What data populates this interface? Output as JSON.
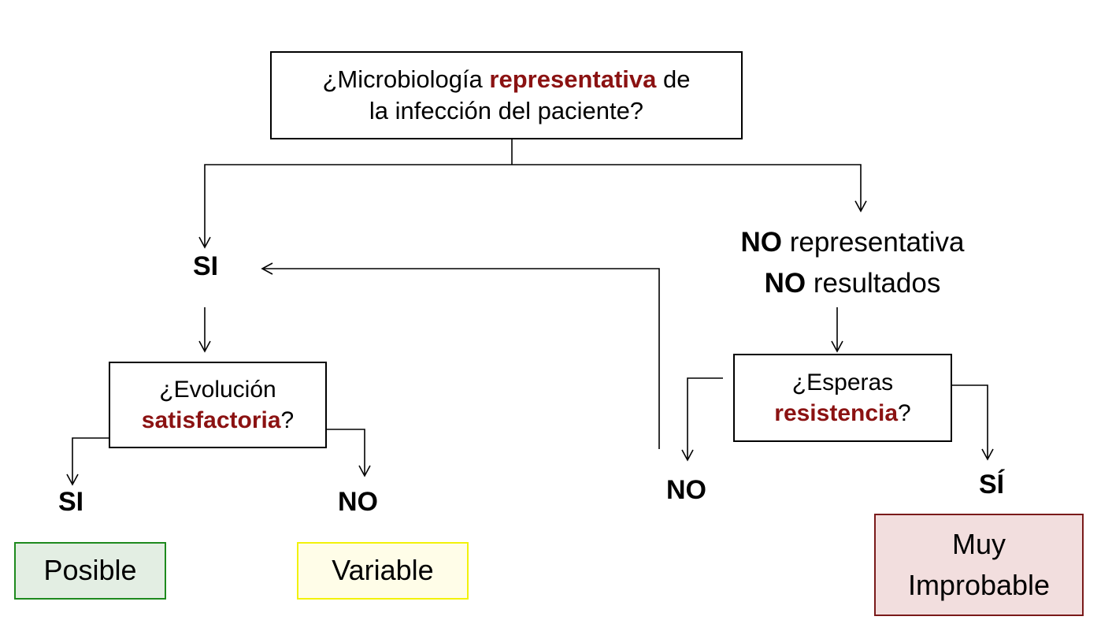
{
  "nodes": {
    "root": {
      "pre": "¿Microbiología ",
      "em": "representativa",
      "post": " de",
      "line2": "la infección del paciente?"
    },
    "si_main": "SI",
    "no_repr": {
      "b1": "NO",
      "t1": " representativa",
      "b2": "NO",
      "t2": " resultados"
    },
    "evolucion": {
      "line1": "¿Evolución",
      "em": "satisfactoria",
      "post": "?"
    },
    "esperas": {
      "line1": "¿Esperas",
      "em": "resistencia",
      "post": "?"
    },
    "si_left": "SI",
    "no_left": "NO",
    "no_mid": "NO",
    "si_right": "SÍ"
  },
  "outcomes": {
    "posible": "Posible",
    "variable": "Variable",
    "improbable": {
      "line1": "Muy",
      "line2": "Improbable"
    }
  },
  "colors": {
    "emphasis": "#8b1212",
    "posible_fill": "#e3eee3",
    "posible_border": "#1e8a1e",
    "variable_fill": "#fffde8",
    "variable_border": "#f2f20a",
    "improbable_fill": "#f2dede",
    "improbable_border": "#7a1a1a"
  }
}
